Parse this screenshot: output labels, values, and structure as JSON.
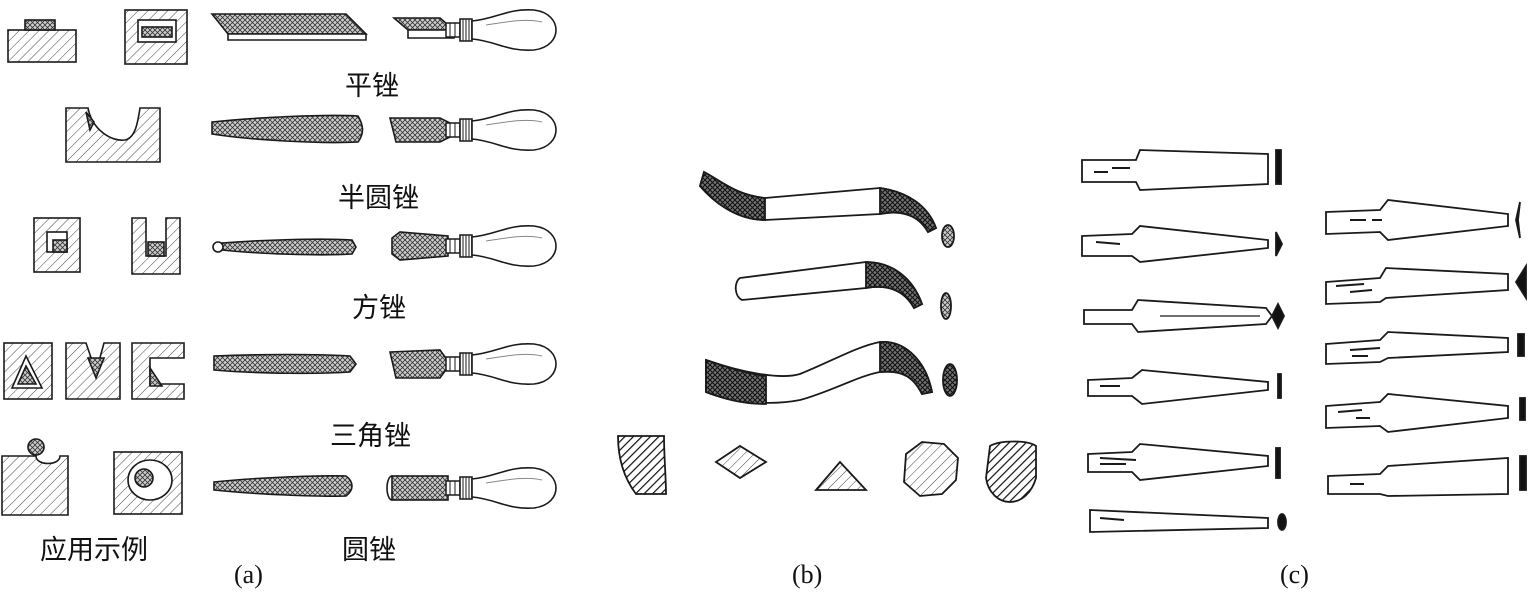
{
  "colors": {
    "ink": "#1a1a1a",
    "paper": "#ffffff"
  },
  "panel_a": {
    "label": "(a)",
    "example_caption": "应用示例",
    "file_names": [
      "平锉",
      "半圆锉",
      "方锉",
      "三角锉",
      "圆锉"
    ]
  },
  "panel_b": {
    "label": "(b)"
  },
  "panel_c": {
    "label": "(c)"
  }
}
